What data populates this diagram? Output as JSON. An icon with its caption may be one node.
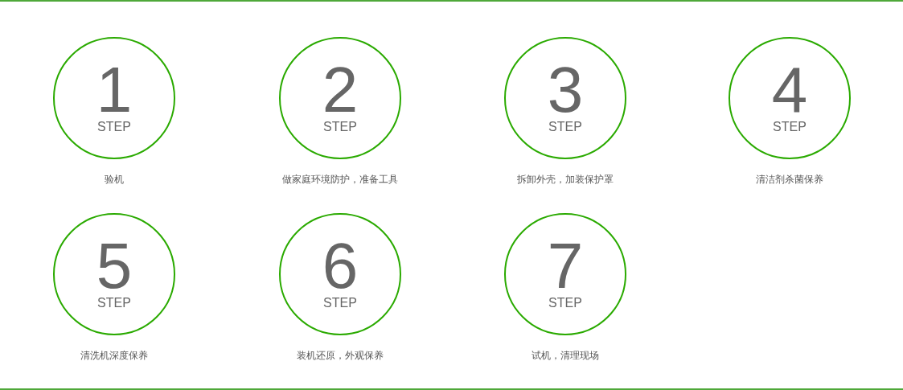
{
  "diagram": {
    "nodes": [
      {
        "text": [
          "1",
          "STEP"
        ],
        "beside": [
          "验机"
        ]
      },
      {
        "text": [
          "2",
          "STEP"
        ],
        "beside": [
          "做家庭环境防护，准备工具"
        ]
      },
      {
        "text": [
          "3",
          "STEP"
        ],
        "beside": [
          "拆卸外壳，加装保护罩"
        ]
      },
      {
        "text": [
          "4",
          "STEP"
        ],
        "beside": [
          "清洁剂杀菌保养"
        ]
      },
      {
        "text": [
          "5",
          "STEP"
        ],
        "beside": [
          "清洗机深度保养"
        ]
      },
      {
        "text": [
          "6",
          "STEP"
        ],
        "beside": [
          "装机还原，外观保养"
        ]
      },
      {
        "text": [
          "7",
          "STEP"
        ],
        "beside": [
          "试机，清理现场"
        ]
      }
    ]
  }
}
